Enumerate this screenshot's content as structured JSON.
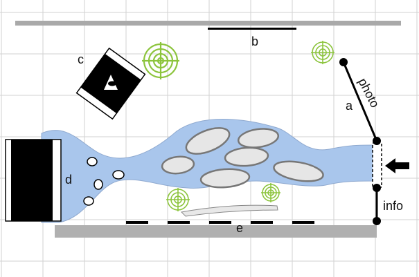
{
  "labels": {
    "a": "a",
    "b": "b",
    "c": "c",
    "d": "d",
    "e": "e",
    "photo": "photo",
    "info": "info"
  },
  "colors": {
    "grid": "#d2d2d2",
    "bar": "#a9a9a9",
    "water": "#a9c6ec",
    "water_edge": "#8fa9cf",
    "stone_fill": "#e6e6e6",
    "stone_edge": "#777777",
    "target_green": "#8cc43c",
    "black": "#000000"
  },
  "icons": [
    "target-icon",
    "eye-icon",
    "arrow-left-icon"
  ]
}
